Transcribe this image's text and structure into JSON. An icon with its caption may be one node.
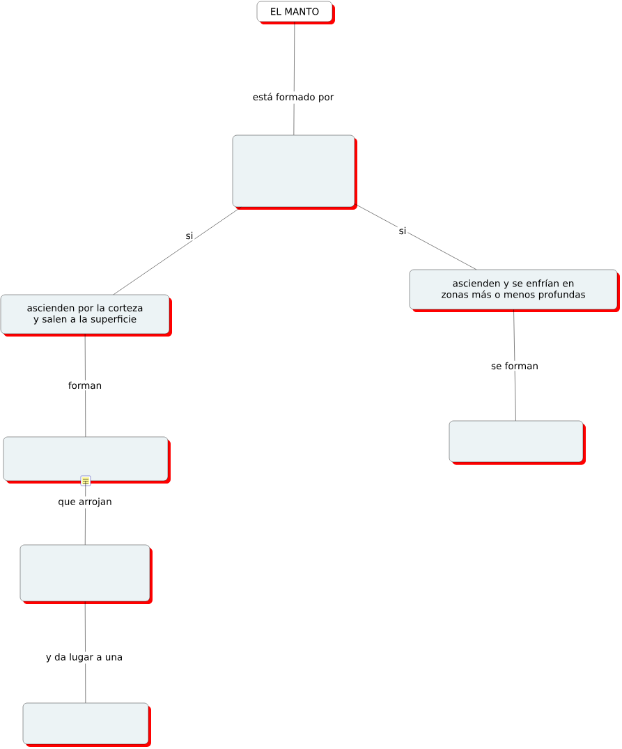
{
  "diagram": {
    "nodes": [
      {
        "text": [
          "EL MANTO"
        ]
      },
      {
        "text": [],
        "shape": "box"
      },
      {
        "text": [
          "ascienden por la corteza y salen a la superficie"
        ]
      },
      {
        "text": [
          "ascienden y se enfrían en zonas más o menos profundas"
        ]
      },
      {
        "text": [],
        "shape": "box"
      },
      {
        "text": [],
        "shape": "box"
      },
      {
        "text": [],
        "shape": "box"
      },
      {
        "text": [],
        "shape": "box"
      }
    ],
    "edges": [
      {
        "from": 0,
        "to": 1,
        "arrow": "none",
        "label": "está formado por"
      },
      {
        "from": 1,
        "to": 2,
        "arrow": "none",
        "label": "si"
      },
      {
        "from": 1,
        "to": 3,
        "arrow": "none",
        "label": "si"
      },
      {
        "from": 2,
        "to": 4,
        "arrow": "none",
        "label": "forman"
      },
      {
        "from": 3,
        "to": 5,
        "arrow": "none",
        "label": "se forman"
      },
      {
        "from": 4,
        "to": 6,
        "arrow": "none",
        "label": "que arrojan"
      },
      {
        "from": 6,
        "to": 7,
        "arrow": "none",
        "label": "y da lugar a una"
      }
    ]
  }
}
